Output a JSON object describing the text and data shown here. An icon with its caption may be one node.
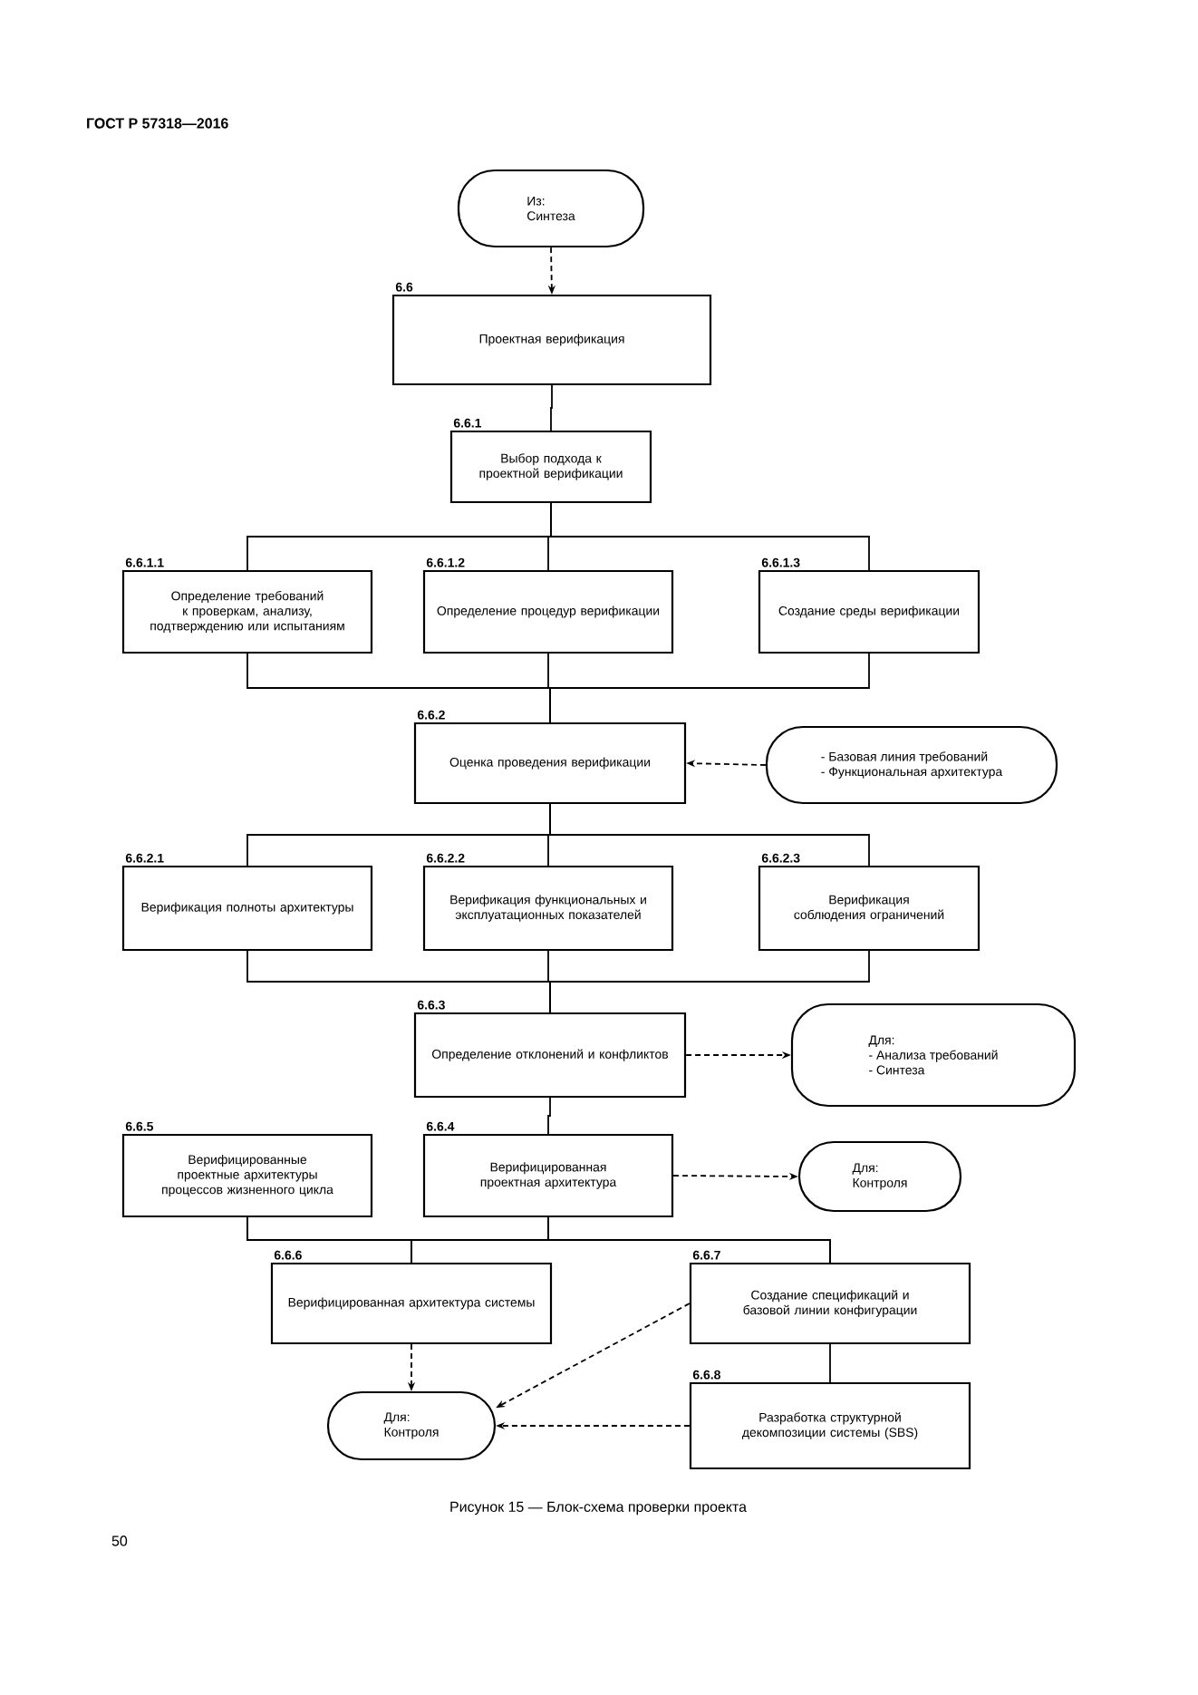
{
  "diagram": {
    "caption": "Рисунок 15 — Блок-схема проверки проекта",
    "nodes": [
      {
        "text": [
          "Из:",
          "Синтеза"
        ]
      },
      {
        "text": [
          "Проектная верификация"
        ],
        "beside": [
          "6.6"
        ]
      },
      {
        "text": [
          "Выбор подхода к проектной верификации"
        ],
        "beside": [
          "6.6.1"
        ]
      },
      {
        "text": [
          "Определение требований к проверкам, анализу, подтверждению или испытаниям"
        ],
        "beside": [
          "6.6.1.1"
        ]
      },
      {
        "text": [
          "Определение процедур верификации"
        ],
        "beside": [
          "6.6.1.2"
        ]
      },
      {
        "text": [
          "Создание среды верификации"
        ],
        "beside": [
          "6.6.1.3"
        ]
      },
      {
        "text": [
          "Оценка проведения верификации"
        ],
        "beside": [
          "6.6.2"
        ]
      },
      {
        "text": [
          "- Базовая линия требований",
          "- Функциональная архитектура"
        ]
      },
      {
        "text": [
          "Верификация полноты архитектуры"
        ],
        "beside": [
          "6.6.2.1"
        ]
      },
      {
        "text": [
          "Верификация функциональных и эксплуатационных показателей"
        ],
        "beside": [
          "6.6.2.2"
        ]
      },
      {
        "text": [
          "Верификация соблюдения ограничений"
        ],
        "beside": [
          "6.6.2.3"
        ]
      },
      {
        "text": [
          "Определение отклонений и конфликтов"
        ],
        "beside": [
          "6.6.3"
        ]
      },
      {
        "text": [
          "Для:",
          "- Анализа требований",
          "- Синтеза"
        ]
      },
      {
        "text": [
          "Верифицированная проектная архитектура"
        ],
        "beside": [
          "6.6.4"
        ]
      },
      {
        "text": [
          "Для:",
          "Контроля"
        ]
      },
      {
        "text": [
          "Верифицированные проектные архитектуры процессов жизненного цикла"
        ],
        "beside": [
          "6.6.5"
        ]
      },
      {
        "text": [
          "Верифицированная архитектура системы"
        ],
        "beside": [
          "6.6.6"
        ]
      },
      {
        "text": [
          "Создание спецификаций и базовой линии конфигурации"
        ],
        "beside": [
          "6.6.7"
        ]
      },
      {
        "text": [
          "Разработка структурной декомпозиции системы (SBS)"
        ],
        "beside": [
          "6.6.8"
        ]
      },
      {
        "text": [
          "Для:",
          "Контроля"
        ]
      }
    ],
    "edges": [
      {
        "from": 0,
        "to": 1,
        "arrow": "to",
        "style": "dashed"
      },
      {
        "from": 1,
        "to": 2,
        "arrow": "none"
      },
      {
        "from": 2,
        "to": 3,
        "arrow": "none"
      },
      {
        "from": 2,
        "to": 4,
        "arrow": "none"
      },
      {
        "from": 2,
        "to": 5,
        "arrow": "none"
      },
      {
        "from": 3,
        "to": 6,
        "arrow": "none"
      },
      {
        "from": 4,
        "to": 6,
        "arrow": "none"
      },
      {
        "from": 5,
        "to": 6,
        "arrow": "none"
      },
      {
        "from": 7,
        "to": 6,
        "arrow": "to",
        "style": "dashed"
      },
      {
        "from": 6,
        "to": 8,
        "arrow": "none"
      },
      {
        "from": 6,
        "to": 9,
        "arrow": "none"
      },
      {
        "from": 6,
        "to": 10,
        "arrow": "none"
      },
      {
        "from": 8,
        "to": 11,
        "arrow": "none"
      },
      {
        "from": 9,
        "to": 11,
        "arrow": "none"
      },
      {
        "from": 10,
        "to": 11,
        "arrow": "none"
      },
      {
        "from": 11,
        "to": 12,
        "arrow": "to",
        "style": "dashed"
      },
      {
        "from": 11,
        "to": 13,
        "arrow": "none"
      },
      {
        "from": 13,
        "to": 14,
        "arrow": "to",
        "style": "dashed"
      },
      {
        "from": 15,
        "to": 16,
        "arrow": "none"
      },
      {
        "from": 15,
        "to": 17,
        "arrow": "none"
      },
      {
        "from": 13,
        "to": 16,
        "arrow": "none"
      },
      {
        "from": 13,
        "to": 17,
        "arrow": "none"
      },
      {
        "from": 16,
        "to": 19,
        "arrow": "to",
        "style": "dashed"
      },
      {
        "from": 17,
        "to": 19,
        "arrow": "to",
        "style": "dashed"
      },
      {
        "from": 17,
        "to": 18,
        "arrow": "none"
      },
      {
        "from": 18,
        "to": 19,
        "arrow": "to",
        "style": "dashed"
      }
    ],
    "labels": [
      "ГОСТ Р 57318—2016",
      "50"
    ]
  }
}
